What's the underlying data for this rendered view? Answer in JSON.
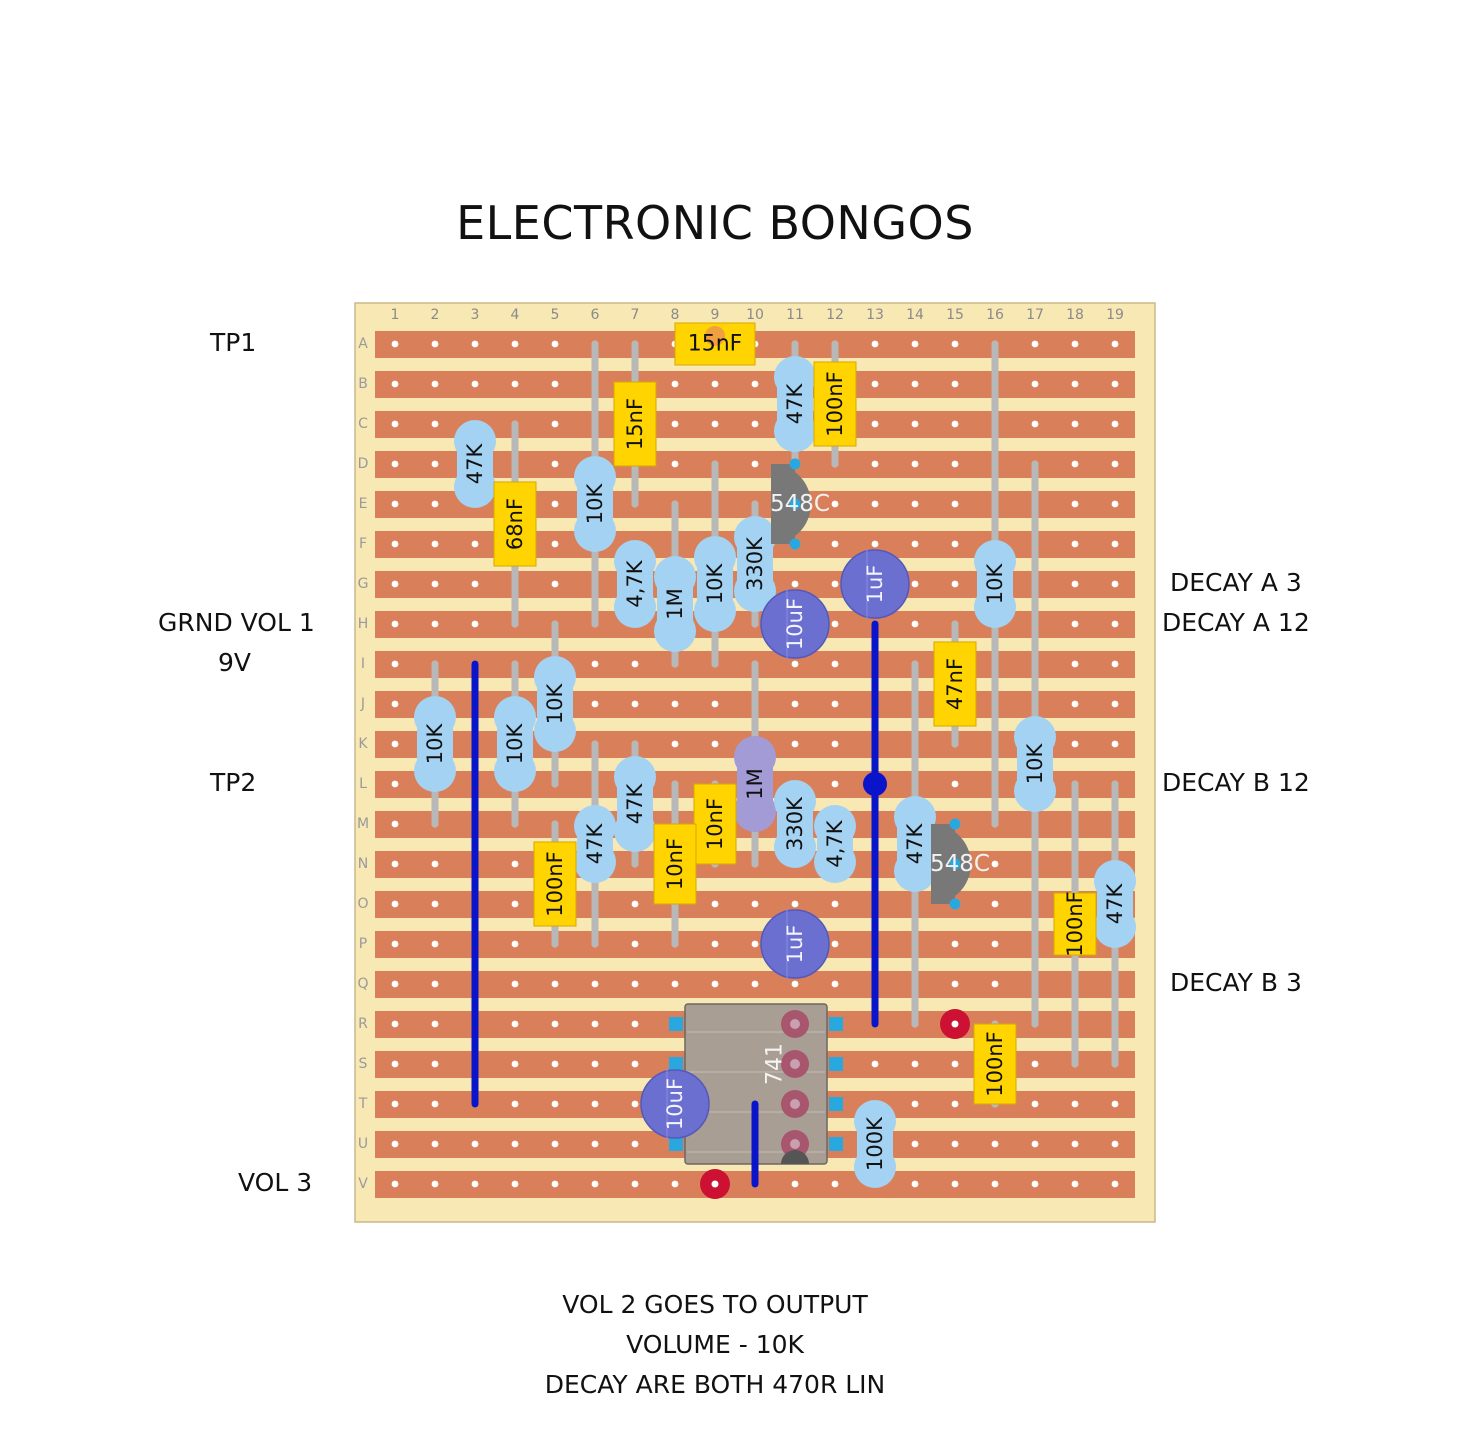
{
  "title": "ELECTRONIC BONGOS",
  "labels_left": [
    {
      "row": "A",
      "text": "TP1"
    },
    {
      "row": "H",
      "text": "GRND VOL 1"
    },
    {
      "row": "I",
      "text": "9V"
    },
    {
      "row": "L",
      "text": "TP2"
    },
    {
      "row": "V",
      "text": "VOL 3"
    }
  ],
  "labels_right": [
    {
      "row": "G",
      "text": "DECAY A 3"
    },
    {
      "row": "H",
      "text": "DECAY A 12"
    },
    {
      "row": "L",
      "text": "DECAY B 12"
    },
    {
      "row": "Q",
      "text": "DECAY B 3"
    }
  ],
  "notes": [
    "VOL 2 GOES TO OUTPUT",
    "VOLUME - 10K",
    "DECAY ARE BOTH 470R LIN"
  ],
  "board": {
    "columns": [
      "1",
      "2",
      "3",
      "4",
      "5",
      "6",
      "7",
      "8",
      "9",
      "10",
      "11",
      "12",
      "13",
      "14",
      "15",
      "16",
      "17",
      "18",
      "19"
    ],
    "rows": [
      "A",
      "B",
      "C",
      "D",
      "E",
      "F",
      "G",
      "H",
      "I",
      "J",
      "K",
      "L",
      "M",
      "N",
      "O",
      "P",
      "Q",
      "R",
      "S",
      "T",
      "U",
      "V"
    ]
  },
  "colors": {
    "board": "#f8e8b4",
    "strip": "#d9805a",
    "hole": "#ffffff",
    "lead": "#b8b8b8",
    "resistor": "#a4d2f2",
    "film_cap": "#ffd400",
    "electrolytic": "#6b6fd0",
    "transistor": "#787878",
    "ic": "#a89e94",
    "jumper": "#0a14c8",
    "marker": "#cc1133",
    "pin": "#29a8e0"
  },
  "components": [
    {
      "type": "wire",
      "c": 6,
      "r1": "A",
      "r2": "H"
    },
    {
      "type": "wire",
      "c": 16,
      "r1": "A",
      "r2": "M"
    },
    {
      "type": "wire",
      "c": 17,
      "r1": "D",
      "r2": "R"
    },
    {
      "type": "wire",
      "c": 8,
      "r1": "E",
      "r2": "I"
    },
    {
      "type": "wire",
      "c": 9,
      "r1": "D",
      "r2": "I"
    },
    {
      "type": "wire",
      "c": 10,
      "r1": "I",
      "r2": "N"
    },
    {
      "type": "wire",
      "c": 14,
      "r1": "I",
      "r2": "R"
    },
    {
      "type": "wire",
      "c": 18,
      "r1": "L",
      "r2": "S"
    },
    {
      "type": "wire",
      "c": 19,
      "r1": "L",
      "r2": "S"
    },
    {
      "type": "wire",
      "c": 6,
      "r1": "K",
      "r2": "P"
    },
    {
      "type": "wire",
      "c": 8,
      "r1": "L",
      "r2": "P"
    },
    {
      "type": "resistor",
      "c": 11,
      "r1": "A",
      "r2": "D",
      "label": "47K"
    },
    {
      "type": "resistor",
      "c": 3,
      "r1": "C",
      "r2": "E",
      "label": "47K"
    },
    {
      "type": "resistor",
      "c": 6,
      "r1": "B",
      "r2": "H",
      "label": "10K"
    },
    {
      "type": "resistor",
      "c": 7,
      "r1": "F",
      "r2": "H",
      "label": "4,7K"
    },
    {
      "type": "resistor",
      "c": 8,
      "r1": "F",
      "r2": "I",
      "label": "1M"
    },
    {
      "type": "resistor",
      "c": 9,
      "r1": "E",
      "r2": "I",
      "label": "10K"
    },
    {
      "type": "resistor",
      "c": 10,
      "r1": "E",
      "r2": "H",
      "label": "330K"
    },
    {
      "type": "resistor",
      "c": 16,
      "r1": "F",
      "r2": "H",
      "label": "10K"
    },
    {
      "type": "resistor",
      "c": 5,
      "r1": "H",
      "r2": "L",
      "label": "10K"
    },
    {
      "type": "resistor",
      "c": 2,
      "r1": "I",
      "r2": "M",
      "label": "10K"
    },
    {
      "type": "resistor",
      "c": 4,
      "r1": "I",
      "r2": "M",
      "label": "10K"
    },
    {
      "type": "resistor",
      "c": 17,
      "r1": "J",
      "r2": "M",
      "label": "10K"
    },
    {
      "type": "resistor",
      "c": 10,
      "r1": "J",
      "r2": "N",
      "label": "1M",
      "shade": "purple"
    },
    {
      "type": "resistor",
      "c": 7,
      "r1": "K",
      "r2": "N",
      "label": "47K"
    },
    {
      "type": "resistor",
      "c": 6,
      "r1": "M",
      "r2": "N",
      "label": "47K"
    },
    {
      "type": "resistor",
      "c": 11,
      "r1": "L",
      "r2": "N",
      "label": "330K"
    },
    {
      "type": "resistor",
      "c": 12,
      "r1": "M",
      "r2": "N",
      "label": "4,7K"
    },
    {
      "type": "resistor",
      "c": 14,
      "r1": "L",
      "r2": "O",
      "label": "47K"
    },
    {
      "type": "resistor",
      "c": 19,
      "r1": "N",
      "r2": "P",
      "label": "47K"
    },
    {
      "type": "resistor",
      "c": 13,
      "r1": "T",
      "r2": "V",
      "label": "100K"
    },
    {
      "type": "filmcap",
      "c": 9,
      "r": "A",
      "orient": "h",
      "label": "15nF",
      "w": 80,
      "h": 42
    },
    {
      "type": "filmcap",
      "c": 12,
      "r1": "A",
      "r2": "D",
      "label": "100nF"
    },
    {
      "type": "filmcap",
      "c": 7,
      "r1": "A",
      "r2": "E",
      "label": "15nF"
    },
    {
      "type": "filmcap",
      "c": 4,
      "r1": "C",
      "r2": "H",
      "label": "68nF"
    },
    {
      "type": "filmcap",
      "c": 15,
      "r1": "H",
      "r2": "K",
      "label": "47nF"
    },
    {
      "type": "filmcap",
      "c": 9,
      "r1": "L",
      "r2": "N",
      "label": "10nF"
    },
    {
      "type": "filmcap",
      "c": 8,
      "r1": "M",
      "r2": "O",
      "label": "10nF"
    },
    {
      "type": "filmcap",
      "c": 5,
      "r1": "M",
      "r2": "P",
      "label": "100nF"
    },
    {
      "type": "filmcap",
      "c": 18,
      "r1": "O",
      "r2": "P",
      "label": "100nF"
    },
    {
      "type": "filmcap",
      "c": 16,
      "r1": "R",
      "r2": "T",
      "label": "100nF"
    },
    {
      "type": "electrolytic",
      "c": 13,
      "r": "G",
      "label": "1uF"
    },
    {
      "type": "electrolytic",
      "c": 11,
      "r": "H",
      "label": "10uF"
    },
    {
      "type": "electrolytic",
      "c": 11,
      "r": "P",
      "label": "1uF"
    },
    {
      "type": "electrolytic",
      "c": 8,
      "r": "T",
      "label": "10uF"
    },
    {
      "type": "transistor",
      "c": 11,
      "r": "E",
      "label": "548C"
    },
    {
      "type": "transistor",
      "c": 15,
      "r": "N",
      "label": "548C"
    },
    {
      "type": "jumper",
      "c": 3,
      "r1": "I",
      "r2": "T"
    },
    {
      "type": "jumper",
      "c": 13,
      "r1": "H",
      "r2": "R"
    },
    {
      "type": "jumper",
      "c": 10,
      "r1": "T",
      "r2": "V"
    },
    {
      "type": "junction",
      "c": 13,
      "r": "L"
    },
    {
      "type": "marker",
      "c": 15,
      "r": "R"
    },
    {
      "type": "marker",
      "c": 9,
      "r": "V"
    },
    {
      "type": "ic",
      "c1": 9,
      "c2": 12,
      "r1": "R",
      "r2": "U",
      "label": "741"
    }
  ]
}
